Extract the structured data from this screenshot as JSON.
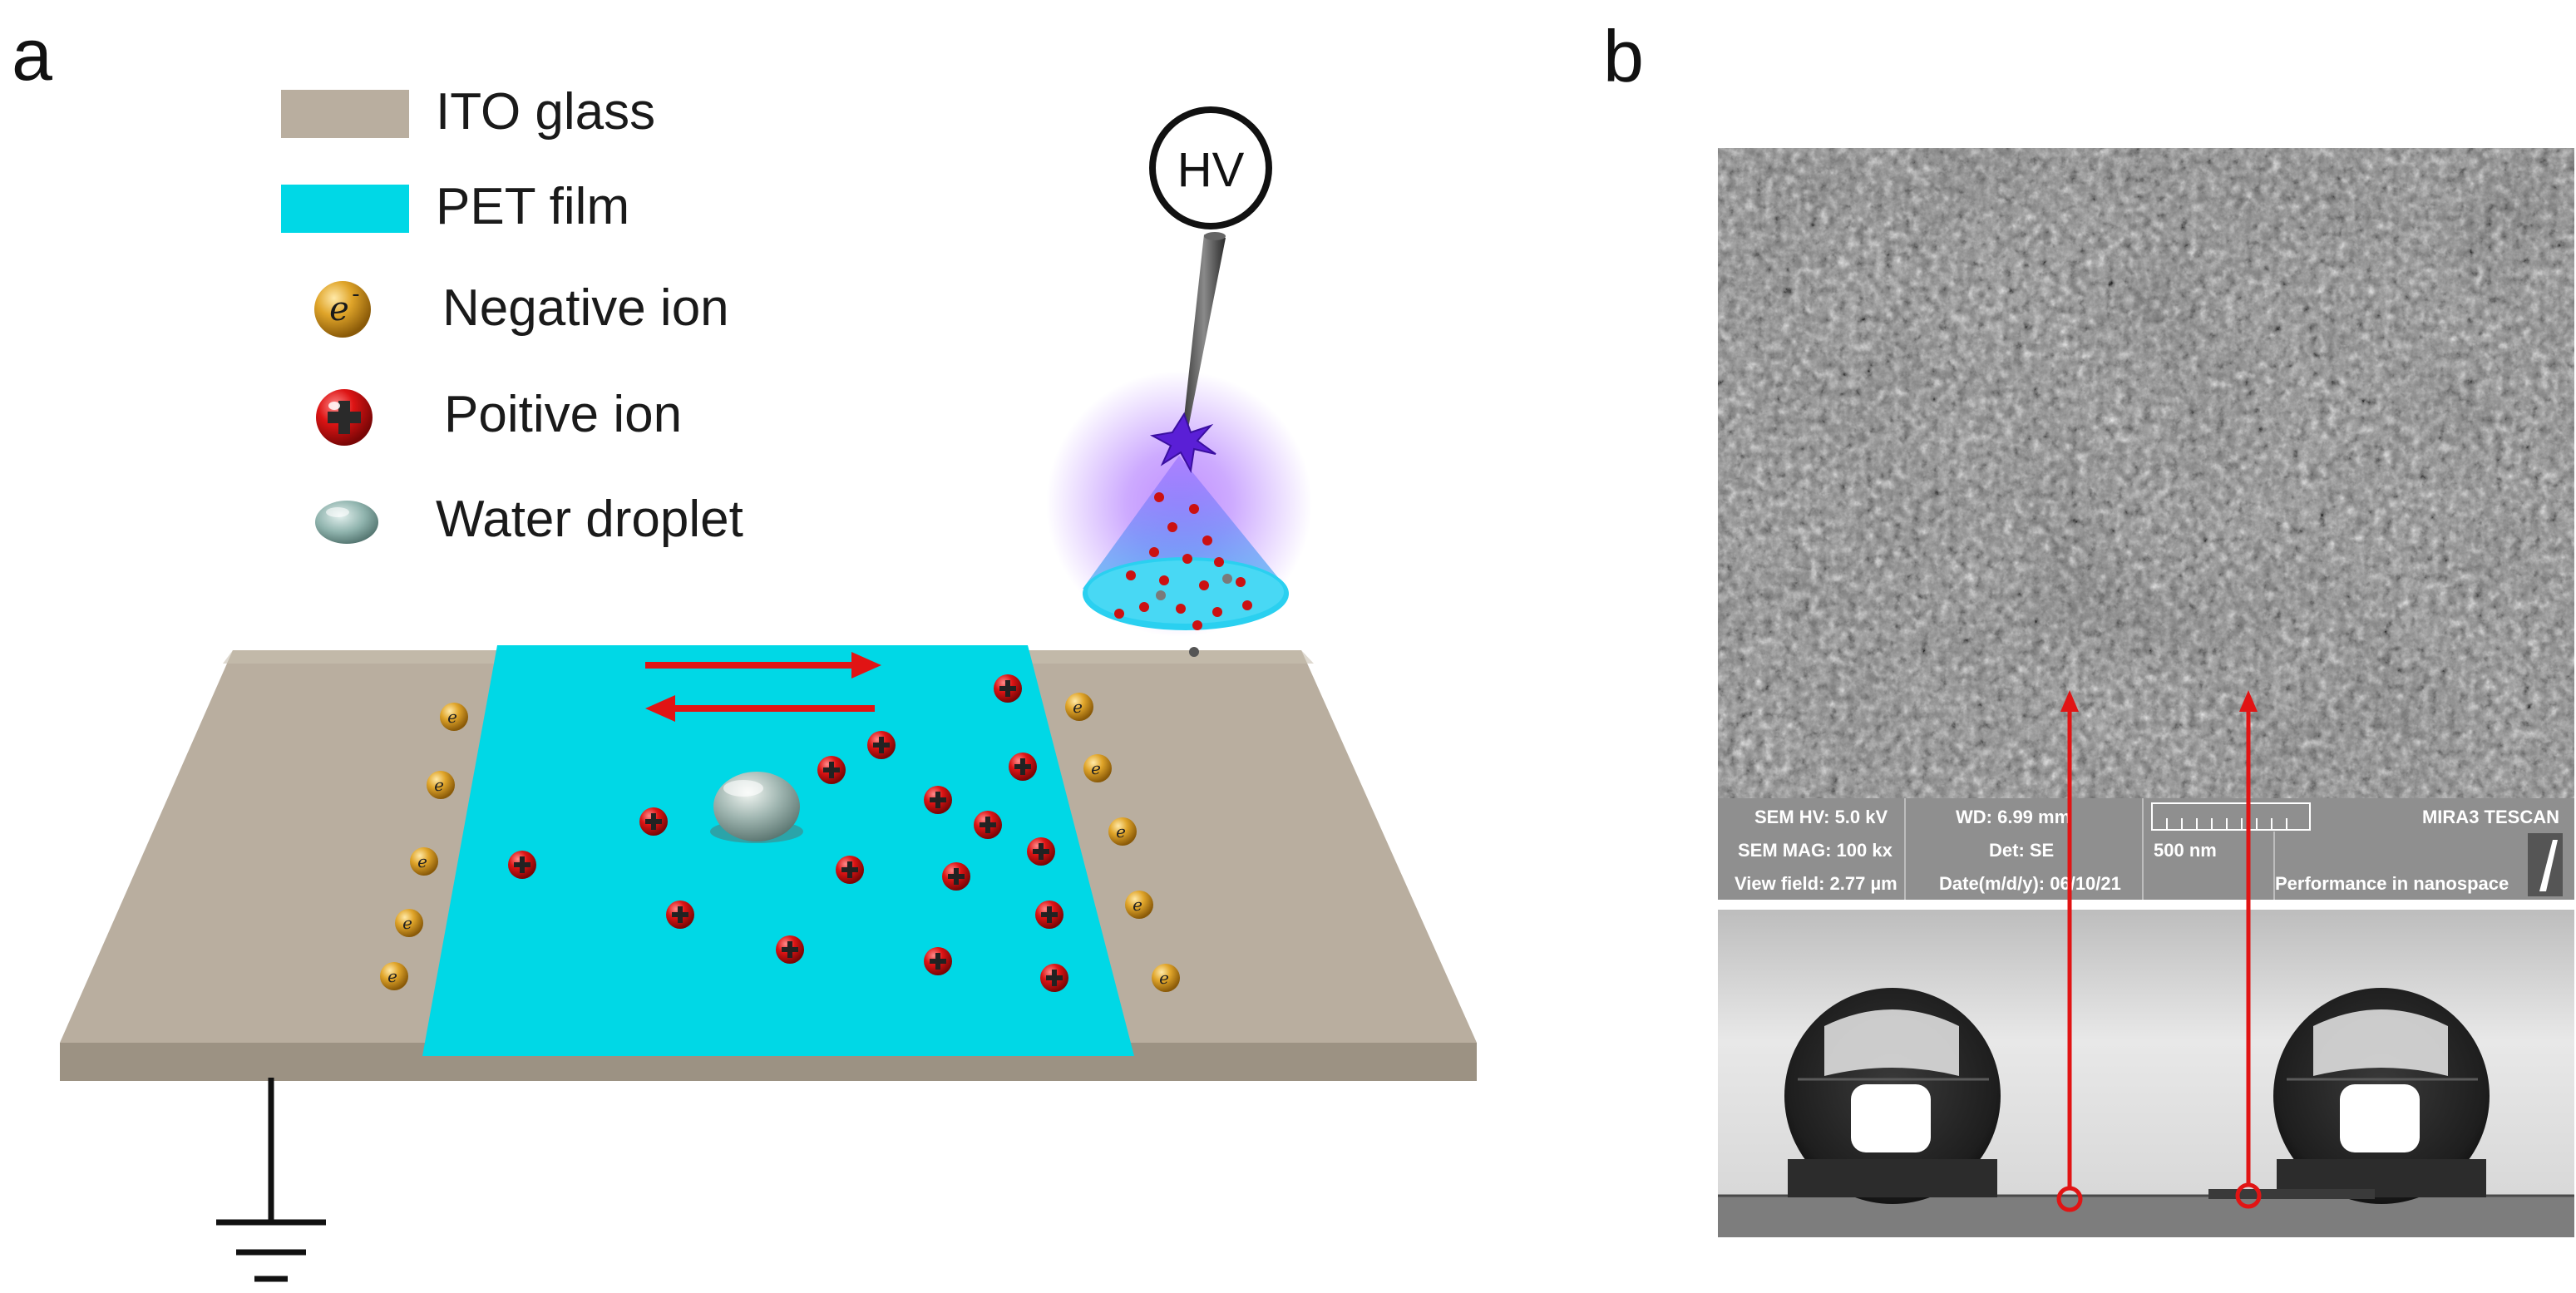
{
  "panels": {
    "a": "a",
    "b": "b"
  },
  "legend": {
    "ito_glass": "ITO glass",
    "pet_film": "PET film",
    "negative_ion": "Negative ion",
    "negative_ion_symbol": "e",
    "negative_ion_superscript": "-",
    "positive_ion": "Poitive ion",
    "water_droplet": "Water droplet"
  },
  "hv_label": "HV",
  "sem_info": {
    "hv": "SEM HV: 5.0 kV",
    "wd": "WD: 6.99 mm",
    "mag": "SEM MAG: 100 kx",
    "det": "Det: SE",
    "scale": "500 nm",
    "view_field": "View field: 2.77 µm",
    "date": "Date(m/d/y): 06/10/21",
    "brand": "MIRA3 TESCAN",
    "tagline": "Performance in nanospace"
  },
  "colors": {
    "ito_glass": "#b9ae9f",
    "pet_film": "#00d8e6",
    "positive_ion": "#cc1111",
    "negative_ion": "#d49a1a",
    "arrow": "#e11414",
    "plasma": "#9a3cff"
  }
}
